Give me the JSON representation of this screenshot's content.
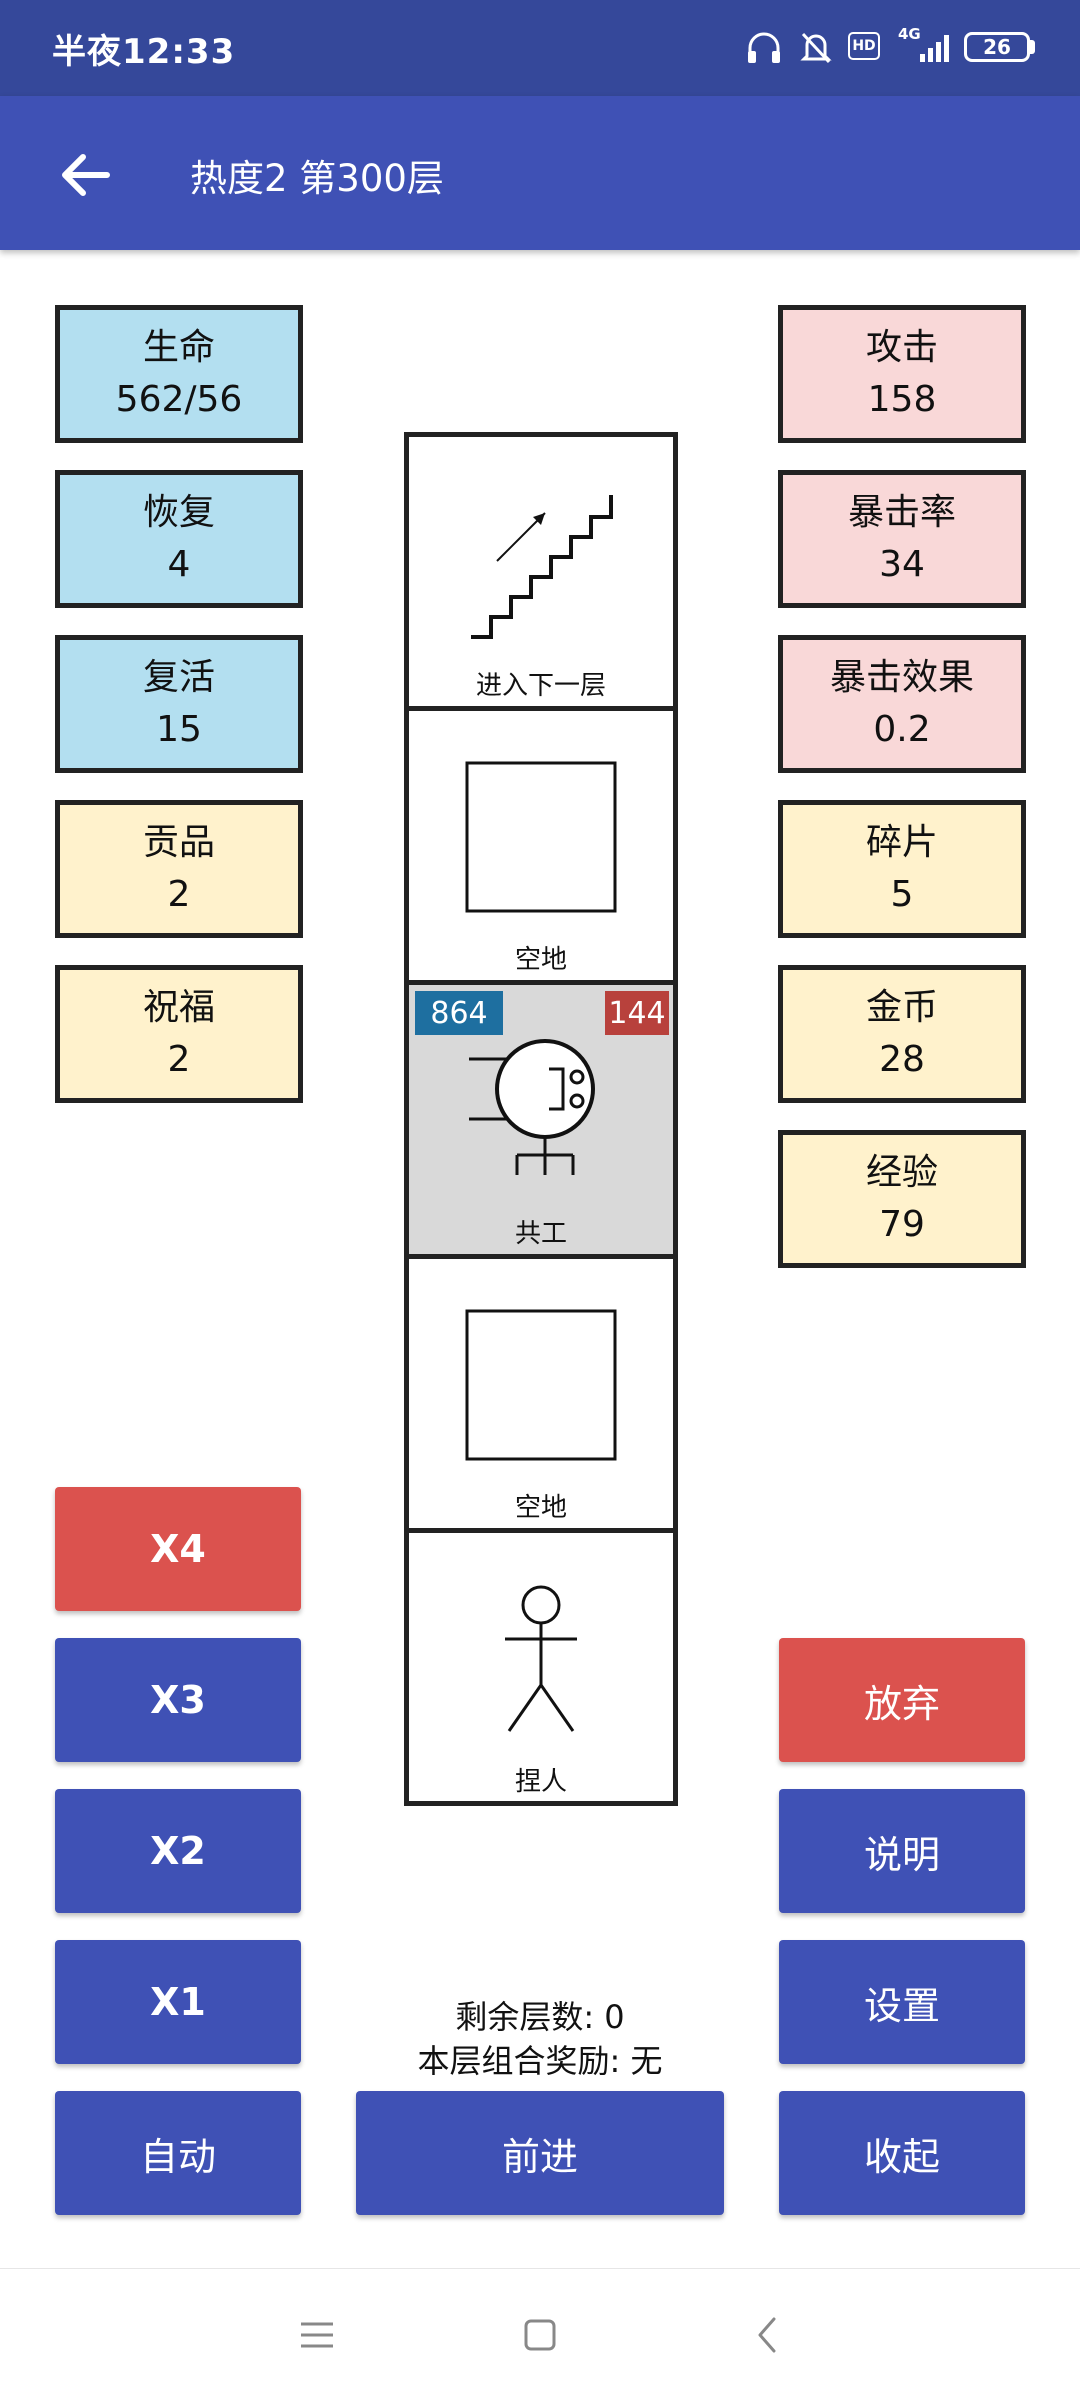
{
  "status_bar": {
    "time": "半夜12:33",
    "hd": "HD",
    "network": "4G",
    "battery": "26"
  },
  "app_bar": {
    "title": "热度2 第300层"
  },
  "stats_left": [
    {
      "label": "生命",
      "value": "562/56"
    },
    {
      "label": "恢复",
      "value": "4"
    },
    {
      "label": "复活",
      "value": "15"
    },
    {
      "label": "贡品",
      "value": "2"
    },
    {
      "label": "祝福",
      "value": "2"
    }
  ],
  "stats_right": [
    {
      "label": "攻击",
      "value": "158"
    },
    {
      "label": "暴击率",
      "value": "34"
    },
    {
      "label": "暴击效果",
      "value": "0.2"
    },
    {
      "label": "碎片",
      "value": "5"
    },
    {
      "label": "金币",
      "value": "28"
    },
    {
      "label": "经验",
      "value": "79"
    }
  ],
  "tower": {
    "cells": [
      {
        "label": "进入下一层",
        "icon": "stairs-icon"
      },
      {
        "label": "空地",
        "icon": "square-icon"
      },
      {
        "label": "共工",
        "icon": "monster-icon",
        "hp": "864",
        "attack": "144"
      },
      {
        "label": "空地",
        "icon": "square-icon"
      },
      {
        "label": "捏人",
        "icon": "stick-figure-icon"
      }
    ]
  },
  "speed_buttons": [
    "X4",
    "X3",
    "X2",
    "X1"
  ],
  "buttons": {
    "auto": "自动",
    "advance": "前进",
    "give_up": "放弃",
    "help": "说明",
    "settings": "设置",
    "collapse": "收起"
  },
  "info": {
    "remaining_floors": "剩余层数: 0",
    "combo_reward": "本层组合奖励: 无"
  },
  "colors": {
    "primary": "#3f51b5",
    "danger": "#db524e",
    "stat_blue": "#b3dff0",
    "stat_pink": "#f9d8d8",
    "stat_yellow": "#fff2cc",
    "hp_badge": "#1e6fa0",
    "atk_badge": "#b8413c"
  }
}
